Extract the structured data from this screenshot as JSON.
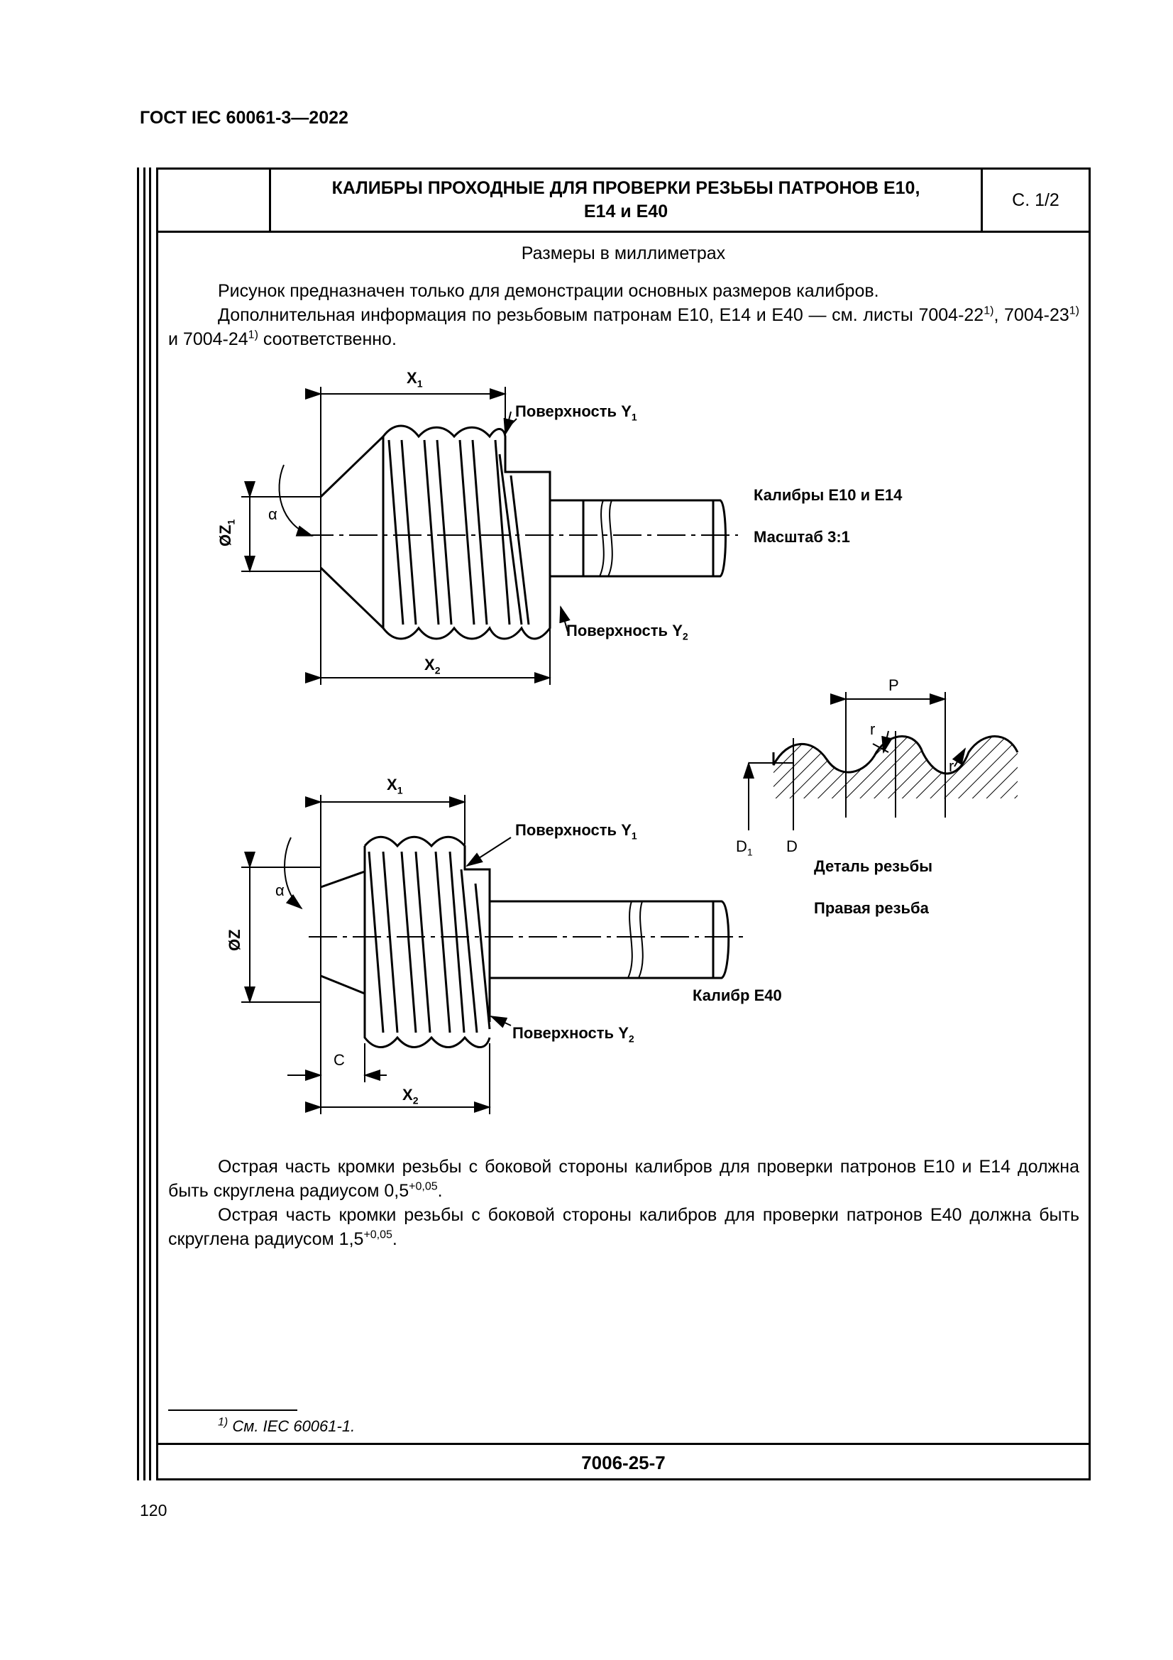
{
  "header": {
    "standard": "ГОСТ IEC 60061-3—2022"
  },
  "sheet": {
    "title_line1": "КАЛИБРЫ ПРОХОДНЫЕ ДЛЯ ПРОВЕРКИ РЕЗЬБЫ ПАТРОНОВ Е10,",
    "title_line2": "Е14 и Е40",
    "page_ref": "С. 1/2",
    "units": "Размеры в миллиметрах",
    "sheet_number": "7006-25-7"
  },
  "intro": {
    "p1": "Рисунок предназначен только для демонстрации основных размеров калибров.",
    "p2_a": "Дополнительная информация по резьбовым патронам Е10, Е14 и Е40 — см. листы 7004-22",
    "p2_sup1": "1)",
    "p2_b": ", 7004-23",
    "p2_sup2": "1)",
    "p2_c": " и 7004-24",
    "p2_sup3": "1)",
    "p2_d": " соответственно."
  },
  "figure_top": {
    "x1": "X",
    "x1_sub": "1",
    "x2": "X",
    "x2_sub": "2",
    "surface_y1": "Поверхность Y",
    "surface_y1_sub": "1",
    "surface_y2": "Поверхность Y",
    "surface_y2_sub": "2",
    "dia": "ØZ",
    "dia_sub": "1",
    "alpha": "α",
    "caption1": "Калибры Е10 и Е14",
    "caption2": "Масштаб 3:1"
  },
  "figure_detail": {
    "p": "P",
    "r1": "r",
    "r2": "r",
    "d1": "D",
    "d1_sub": "1",
    "d": "D",
    "caption1": "Деталь резьбы",
    "caption2": "Правая резьба"
  },
  "figure_bottom": {
    "x1": "X",
    "x1_sub": "1",
    "x2": "X",
    "x2_sub": "2",
    "surface_y1": "Поверхность Y",
    "surface_y1_sub": "1",
    "surface_y2": "Поверхность Y",
    "surface_y2_sub": "2",
    "dia": "ØZ",
    "alpha": "α",
    "c": "C",
    "caption": "Калибр Е40"
  },
  "notes": {
    "p1_a": "Острая часть кромки резьбы с боковой стороны калибров для проверки патронов Е10 и Е14 должна быть скруглена радиусом 0,5",
    "p1_sup": "+0,05",
    "p1_b": ".",
    "p2_a": "Острая часть кромки резьбы с боковой стороны калибров для проверки патронов Е40 должна быть скруглена радиусом 1,5",
    "p2_sup": "+0,05",
    "p2_b": "."
  },
  "footnote": {
    "mark": "1)",
    "text": " См. IEC 60061-1."
  },
  "page_number": "120"
}
